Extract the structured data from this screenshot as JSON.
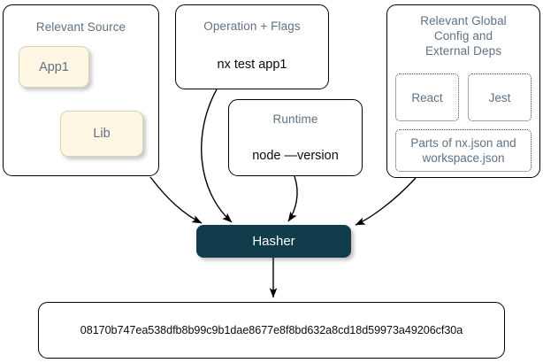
{
  "diagram": {
    "title_color": "#5f7183",
    "accent_color": "#103c4c",
    "node_fill": "#fcf6e3"
  },
  "groups": {
    "relevant_source": {
      "title": "Relevant Source",
      "nodes": [
        {
          "label": "App1"
        },
        {
          "label": "Lib"
        }
      ]
    },
    "operation": {
      "title": "Operation + Flags",
      "command": "nx test app1"
    },
    "runtime": {
      "title": "Runtime",
      "command": "node —version"
    },
    "global_config": {
      "title_line1": "Relevant Global",
      "title_line2": "Config and",
      "title_line3": "External Deps",
      "deps": [
        {
          "label": "React"
        },
        {
          "label": "Jest"
        }
      ],
      "config_files": "Parts of nx.json and workspace.json"
    }
  },
  "hasher": {
    "label": "Hasher"
  },
  "output": {
    "hash": "08170b747ea538dfb8b99c9b1dae8677e8f8bd632a8cd18d59973a49206cf30a"
  }
}
